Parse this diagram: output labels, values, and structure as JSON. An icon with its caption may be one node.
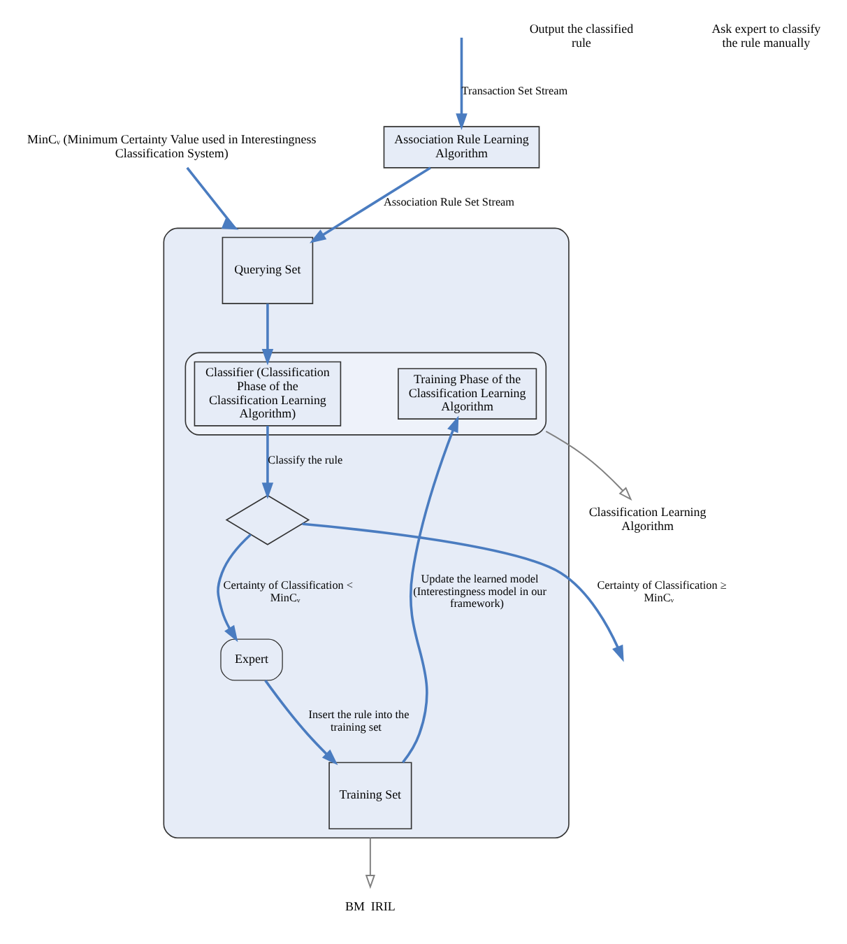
{
  "diagram": {
    "nodes": [
      {
        "text": [
          "Association Rule Learning Algorithm"
        ]
      },
      {
        "text": [],
        "shape": "box"
      },
      {
        "text": [
          "Querying Set"
        ],
        "in": 1
      },
      {
        "text": [],
        "shape": "box",
        "in": 1
      },
      {
        "text": [
          "Classifier (Classification Phase of the Classification Learning Algorithm)"
        ],
        "in": 3
      },
      {
        "text": [
          "Training Phase of the Classification Learning Algorithm"
        ],
        "in": 3
      },
      {
        "text": [],
        "shape": "diamond",
        "in": 1
      },
      {
        "text": [
          "Expert"
        ],
        "in": 1
      },
      {
        "text": [
          "Training Set"
        ],
        "in": 1
      },
      {
        "text": [
          "Classification Learning Algorithm"
        ]
      },
      {
        "text": [
          "BM  IRIL"
        ]
      },
      {
        "text": [
          "MinCᵥ (Minimum Certainty Value used in Interestingness Classification System)"
        ]
      }
    ],
    "edges": [
      {
        "from": null,
        "to": 0,
        "arrow": "to",
        "label": "Transaction Set Stream"
      },
      {
        "from": 0,
        "to": 2,
        "arrow": "to",
        "label": "Association Rule Set Stream"
      },
      {
        "from": 11,
        "to": 1,
        "arrow": "to"
      },
      {
        "from": 2,
        "to": 4,
        "arrow": "to"
      },
      {
        "from": 4,
        "to": 6,
        "arrow": "to",
        "label": "Classify the rule"
      },
      {
        "from": 6,
        "to": null,
        "arrow": "to",
        "label": "Certainty of Classification ≥ MinCᵥ"
      },
      {
        "from": 6,
        "to": 7,
        "arrow": "to",
        "label": "Certainty of Classification < MinCᵥ"
      },
      {
        "from": 7,
        "to": 8,
        "arrow": "to",
        "label": "Insert the rule into the training set"
      },
      {
        "from": 8,
        "to": 5,
        "arrow": "to",
        "label": "Update the learned model (Interestingness model in our framework)"
      },
      {
        "from": 3,
        "to": 9,
        "arrow": "to",
        "color": "#808080"
      },
      {
        "from": 1,
        "to": 10,
        "arrow": "to",
        "color": "#808080"
      }
    ],
    "labels": [
      "Output the classified rule",
      "Ask expert to classify the rule manually"
    ]
  }
}
